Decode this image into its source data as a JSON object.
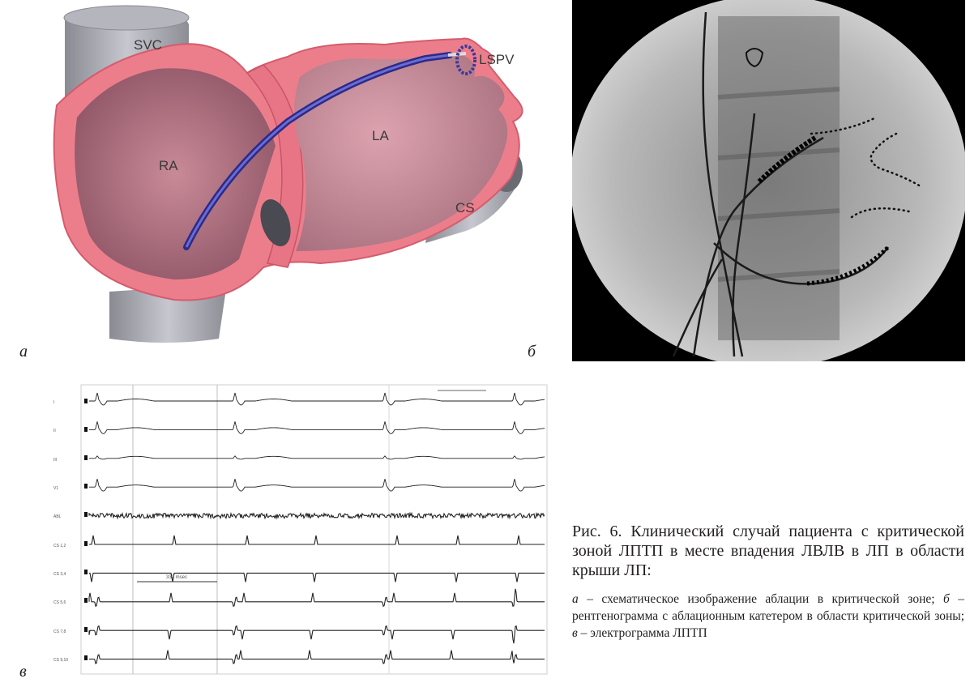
{
  "panel_a": {
    "letter": "а",
    "labels": {
      "svc": "SVC",
      "lspv": "LSPV",
      "la": "LA",
      "ra": "RA",
      "cs": "CS"
    }
  },
  "panel_b": {
    "letter": "б"
  },
  "panel_c": {
    "letter": "в",
    "leads": [
      "I",
      "II",
      "III",
      "V1",
      "ABL",
      "CS 1,2",
      "CS 3,4",
      "CS 5,6",
      "CS 7,8",
      "CS 9,10"
    ],
    "interval_label": "332 msec"
  },
  "caption": {
    "title": "Рис. 6. Клинический случай пациента с критической зоной ЛПТП в месте впадения ЛВЛВ в ЛП в области крыши ЛП:",
    "parts": [
      {
        "letter": "а",
        "text": " – схематическое изображение аблации в критической зоне; "
      },
      {
        "letter": "б",
        "text": " – рентгенограмма с аблационным катетером в области критической зоны; "
      },
      {
        "letter": "в",
        "text": " – электрограмма ЛПТП"
      }
    ]
  }
}
